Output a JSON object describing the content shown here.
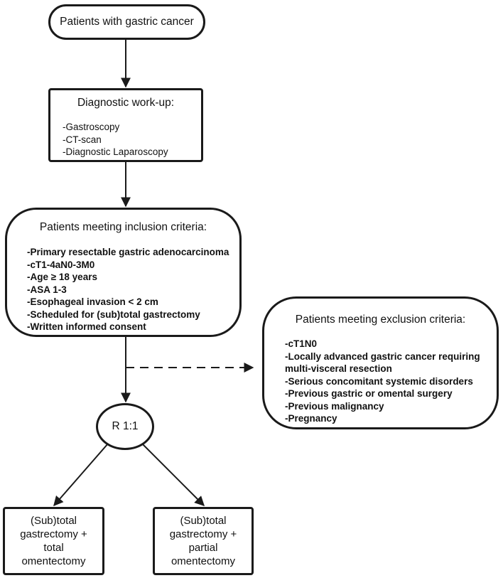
{
  "start": {
    "label": "Patients with gastric cancer"
  },
  "workup": {
    "title": "Diagnostic work-up:",
    "items": [
      "-Gastroscopy",
      "-CT-scan",
      "-Diagnostic Laparoscopy"
    ]
  },
  "inclusion": {
    "title": "Patients meeting inclusion criteria:",
    "items": [
      "-Primary resectable gastric adenocarcinoma",
      "-cT1-4aN0-3M0",
      "-Age ≥ 18 years",
      "-ASA 1-3",
      "-Esophageal invasion < 2 cm",
      "-Scheduled for (sub)total gastrectomy",
      "-Written informed consent"
    ]
  },
  "exclusion": {
    "title": "Patients meeting exclusion criteria:",
    "items": [
      "-cT1N0",
      "-Locally advanced gastric cancer requiring",
      "multi-visceral resection",
      "-Serious concomitant systemic disorders",
      "-Previous gastric or omental surgery",
      "-Previous malignancy",
      "-Pregnancy"
    ]
  },
  "randomization": {
    "label": "R 1:1"
  },
  "arms": {
    "total": [
      "(Sub)total",
      "gastrectomy +",
      "total",
      "omentectomy"
    ],
    "partial": [
      "(Sub)total",
      "gastrectomy +",
      "partial",
      "omentectomy"
    ]
  },
  "colors": {
    "stroke": "#1a1a1a",
    "background": "#ffffff",
    "text": "#111111"
  }
}
